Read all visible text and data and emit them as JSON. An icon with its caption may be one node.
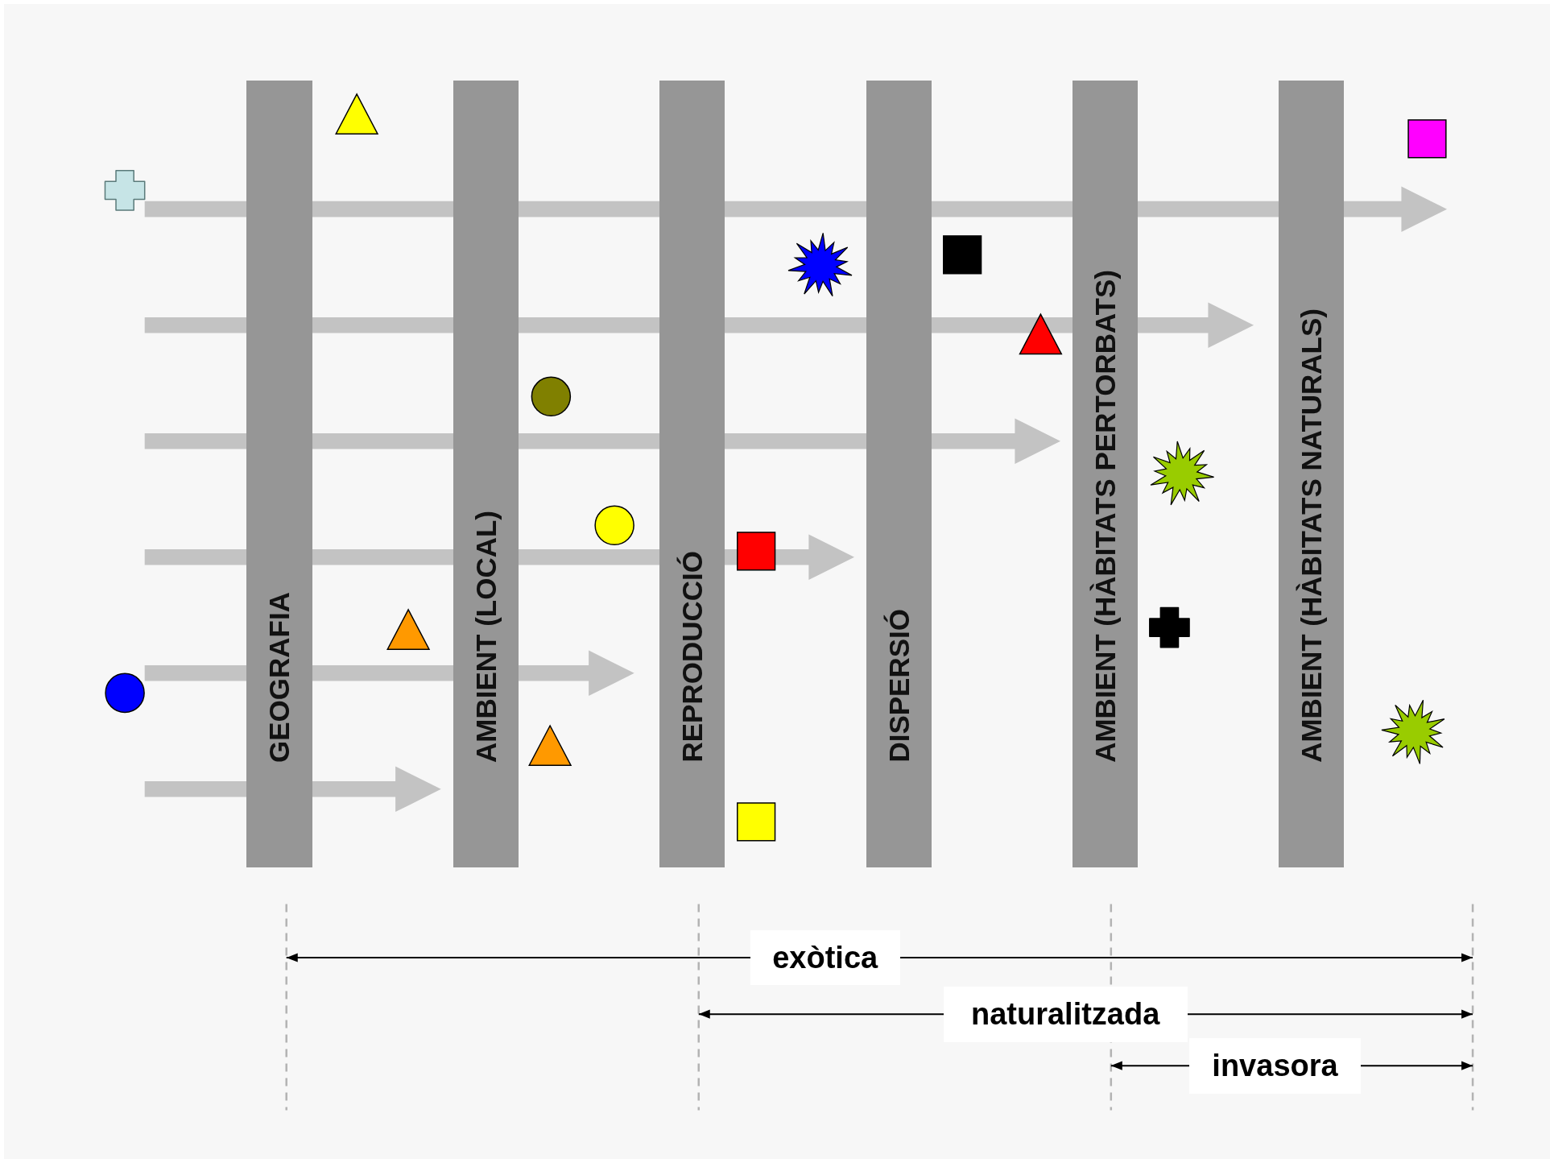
{
  "diagram": {
    "nodes": [
      {
        "text": [
          "GEOGRAFIA"
        ]
      },
      {
        "text": [
          "AMBIENT (LOCAL)"
        ]
      },
      {
        "text": [
          "REPRODUCCIÓ"
        ]
      },
      {
        "text": [
          "DISPERSIÓ"
        ]
      },
      {
        "text": [
          "AMBIENT (HÀBITATS PERTORBATS)"
        ]
      },
      {
        "text": [
          "AMBIENT (HÀBITATS NATURALS)"
        ]
      }
    ],
    "labels": [
      "exòtica",
      "naturalitzada",
      "invasora"
    ]
  }
}
